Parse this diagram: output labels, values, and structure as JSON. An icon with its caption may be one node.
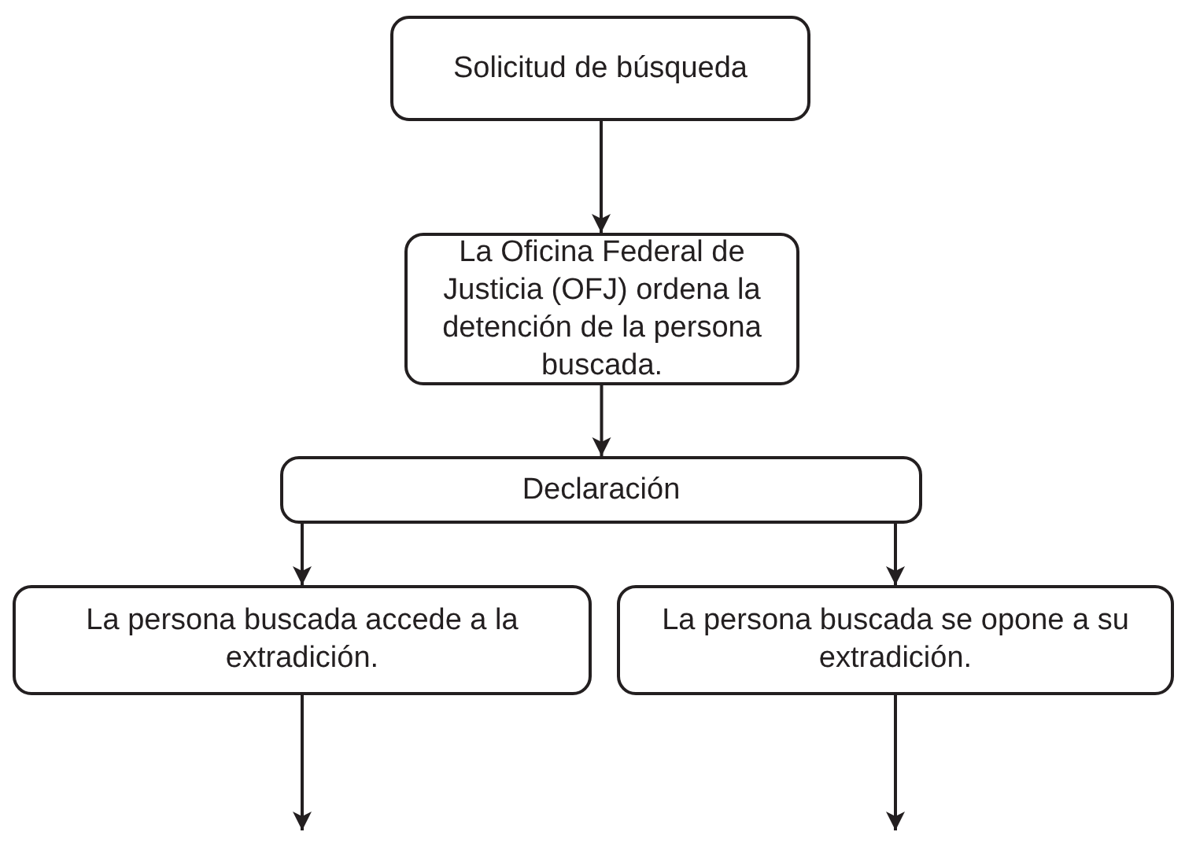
{
  "diagram": {
    "nodes": [
      {
        "text": [
          "Solicitud de búsqueda"
        ]
      },
      {
        "text": [
          "La Oficina Federal de Justicia (OFJ) ordena la detención de la persona buscada."
        ]
      },
      {
        "text": [
          "Declaración"
        ]
      },
      {
        "text": [
          "La persona buscada accede a la extradición."
        ]
      },
      {
        "text": [
          "La persona buscada se opone a su extradición."
        ]
      }
    ],
    "edges": [
      {
        "from": 0,
        "to": 1,
        "arrow": "to"
      },
      {
        "from": 1,
        "to": 2,
        "arrow": "to"
      },
      {
        "from": 2,
        "to": 3,
        "arrow": "to"
      },
      {
        "from": 2,
        "to": 4,
        "arrow": "to"
      },
      {
        "from": 3,
        "to": null,
        "arrow": "to"
      },
      {
        "from": 4,
        "to": null,
        "arrow": "to"
      }
    ]
  }
}
